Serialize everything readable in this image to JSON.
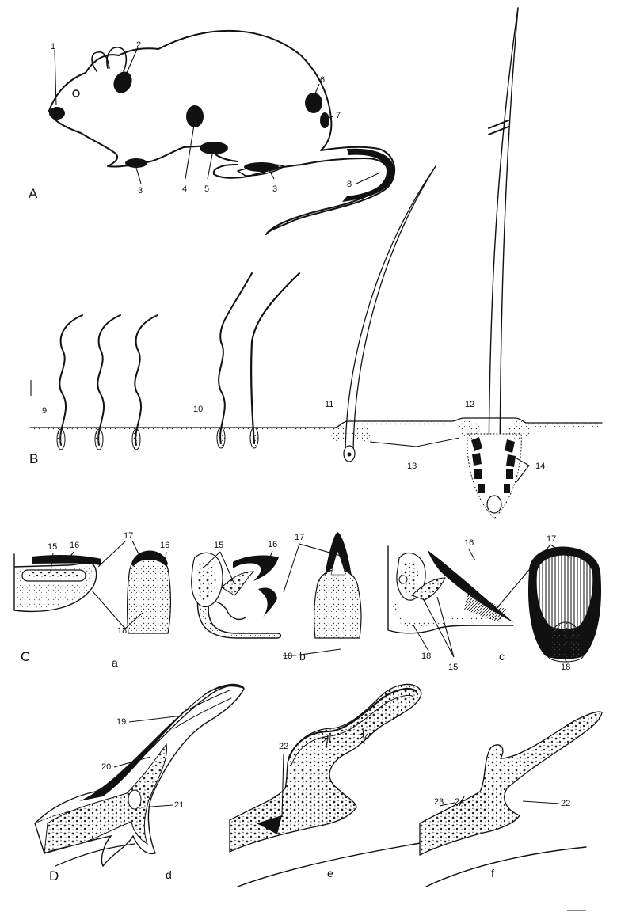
{
  "panels": {
    "A": "A",
    "B": "B",
    "C": "C",
    "D": "D"
  },
  "subpanels": {
    "a": "a",
    "b": "b",
    "c": "c",
    "d": "d",
    "e": "e",
    "f": "f"
  },
  "labels": {
    "n1": "1",
    "n2": "2",
    "n3": "3",
    "n4": "4",
    "n5": "5",
    "n6": "6",
    "n7": "7",
    "n8": "8",
    "n9": "9",
    "n10": "10",
    "n11": "11",
    "n12": "12",
    "n13": "13",
    "n14": "14",
    "n15": "15",
    "n16": "16",
    "n17": "17",
    "n18": "18",
    "n19": "19",
    "n20": "20",
    "n21": "21",
    "n22": "22",
    "n23": "23",
    "n24": "24"
  }
}
